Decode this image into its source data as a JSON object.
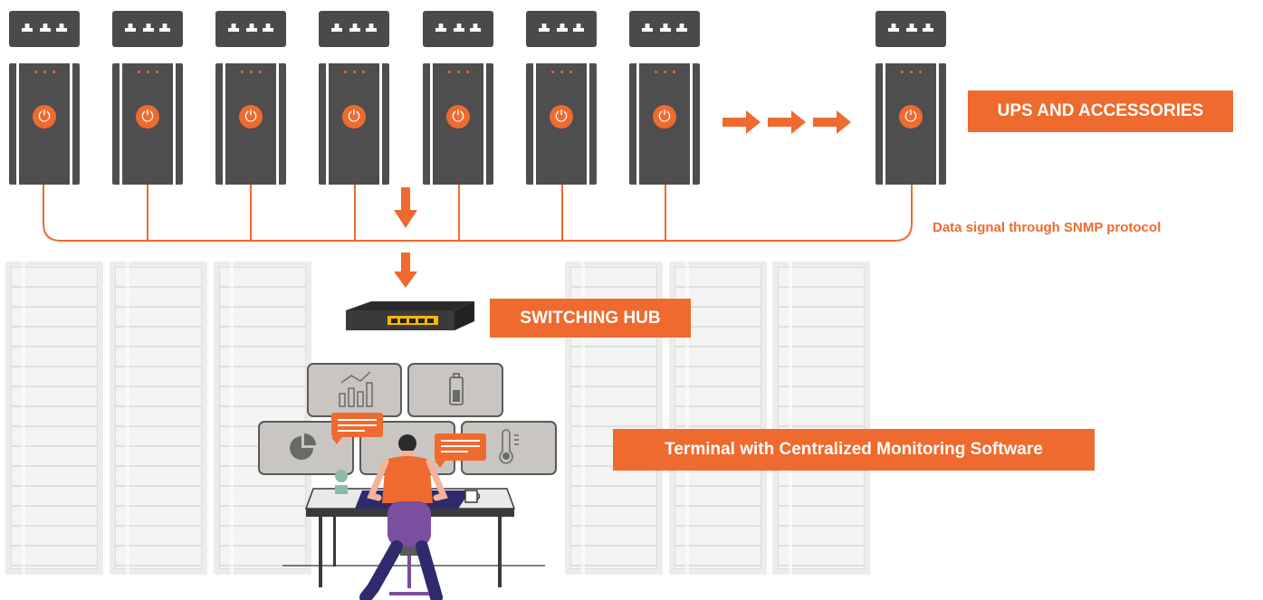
{
  "labels": {
    "ups": "UPS AND ACCESSORIES",
    "snmp": "Data signal through SNMP protocol",
    "hub": "SWITCHING HUB",
    "terminal": "Terminal with Centralized Monitoring Software"
  },
  "ups_units_shown": 8,
  "icons": {
    "ups_power_button": "power-icon",
    "screens": [
      "bar-chart-icon",
      "battery-icon",
      "pie-chart-icon",
      "thermometer-icon"
    ],
    "arrows": [
      "arrow-right-icon",
      "arrow-down-icon"
    ]
  },
  "colors": {
    "accent": "#ef6a2e",
    "ups_gray": "#4e4e4e",
    "rack_gray": "#ececec",
    "screen_fill": "#c9c6c1",
    "chair_purple": "#7b4fa0",
    "person_pants": "#2e2a6b"
  }
}
